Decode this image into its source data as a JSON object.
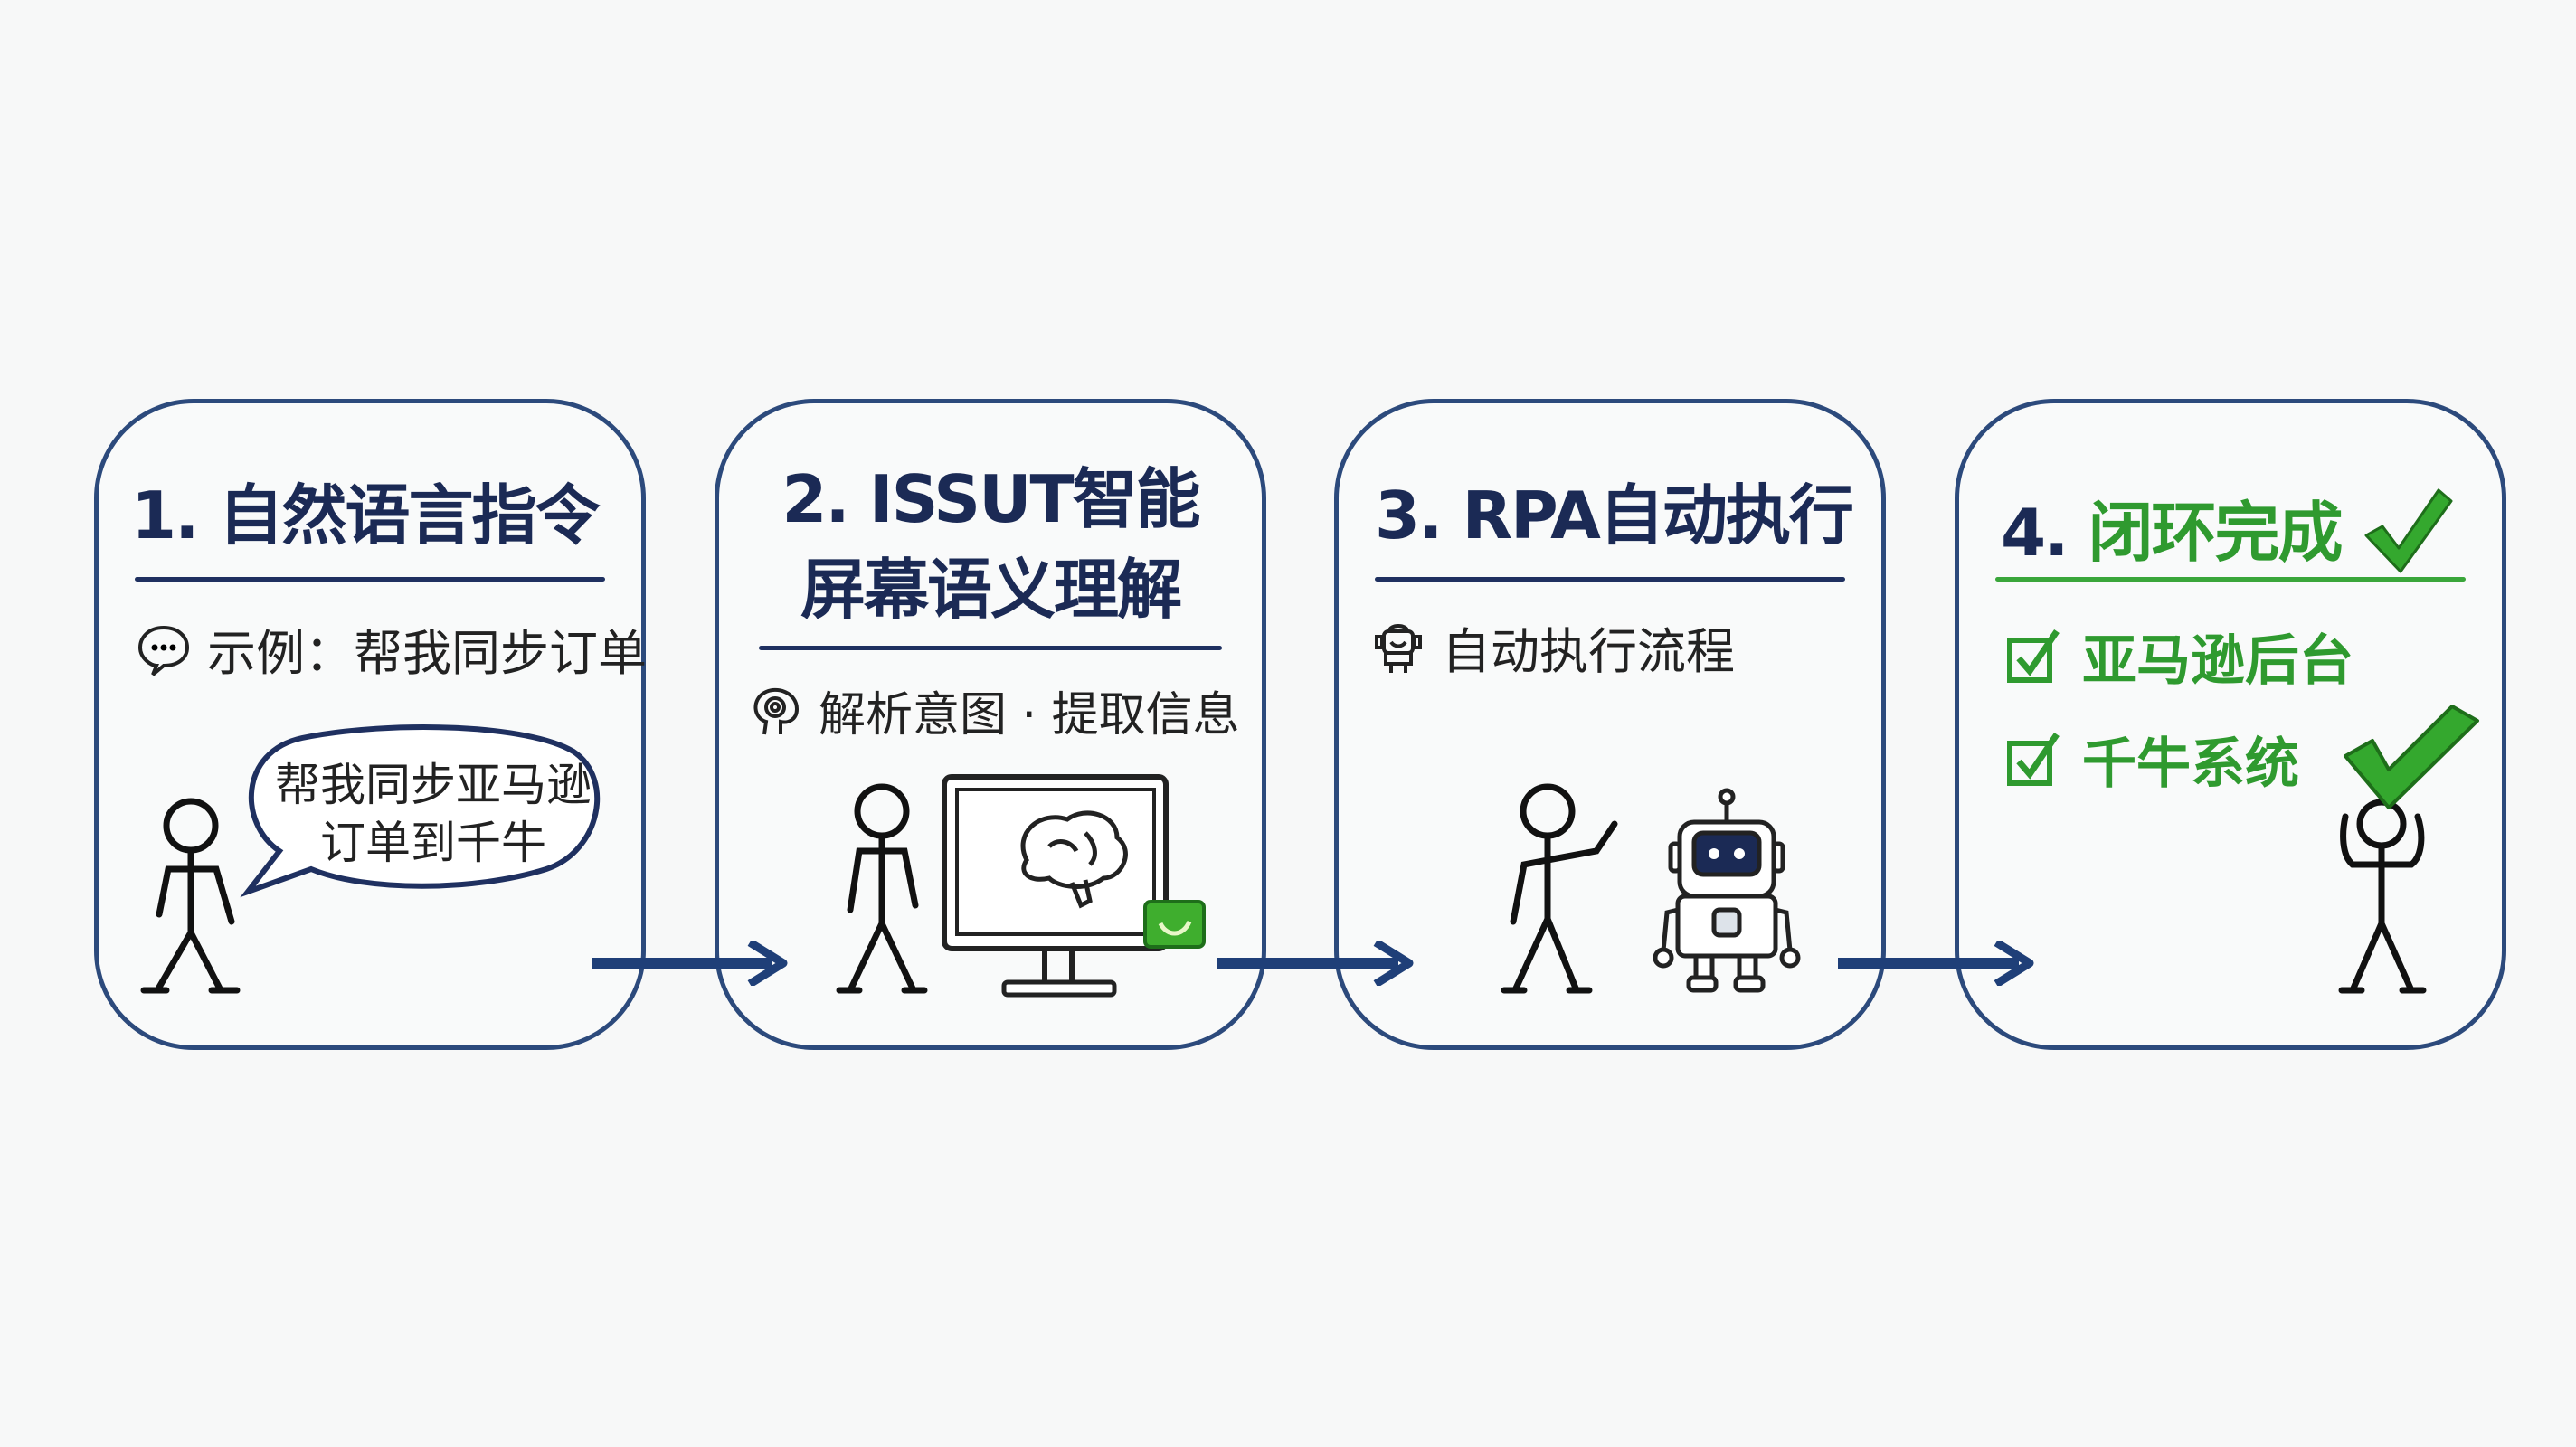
{
  "steps": [
    {
      "title": "1. 自然语言指令",
      "subtitle": "示例：帮我同步订单",
      "bubble_lines": [
        "帮我同步亚马逊",
        "订单到千牛"
      ]
    },
    {
      "title_lines": [
        "2. ISSUT智能",
        "屏幕语义理解"
      ],
      "subtitle": "解析意图 · 提取信息"
    },
    {
      "title": "3. RPA自动执行",
      "subtitle": "自动执行流程"
    },
    {
      "title_prefix": "4. ",
      "title_main": "闭环完成",
      "items": [
        "亚马逊后台",
        "千牛系统"
      ]
    }
  ],
  "colors": {
    "navy": "#1b2a55",
    "border": "#2c4a7c",
    "green": "#2f9a2f",
    "background": "#f7f8f8"
  }
}
